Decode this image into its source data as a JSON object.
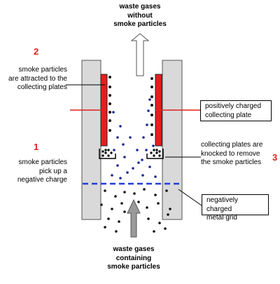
{
  "diagram": {
    "top_outlet_label": [
      "waste gases",
      "without",
      "smoke particles"
    ],
    "bottom_inlet_label": [
      "waste gases",
      "containing",
      "smoke particles"
    ],
    "steps": [
      {
        "number": "2",
        "text": [
          "smoke particles",
          "are attracted to the",
          "collecting plates"
        ]
      },
      {
        "number": "1",
        "text": [
          "smoke particles",
          "pick up a",
          "negative charge"
        ]
      },
      {
        "number": "3",
        "text": [
          "collecting plates are",
          "knocked to remove",
          "the smoke particles"
        ]
      }
    ],
    "callouts": {
      "collecting_plate": [
        "positively charged",
        "collecting plate"
      ],
      "metal_grid": [
        "negatively charged",
        "metal grid"
      ]
    },
    "colors": {
      "plate": "#e41e1e",
      "number": "#e41e1e",
      "grid": "#1f3fd6",
      "particle_charged": "#1a2a8c",
      "particle_neutral": "#111111",
      "wall": "#d9d9d9",
      "inlet_arrow": "#9a9a9a"
    }
  }
}
